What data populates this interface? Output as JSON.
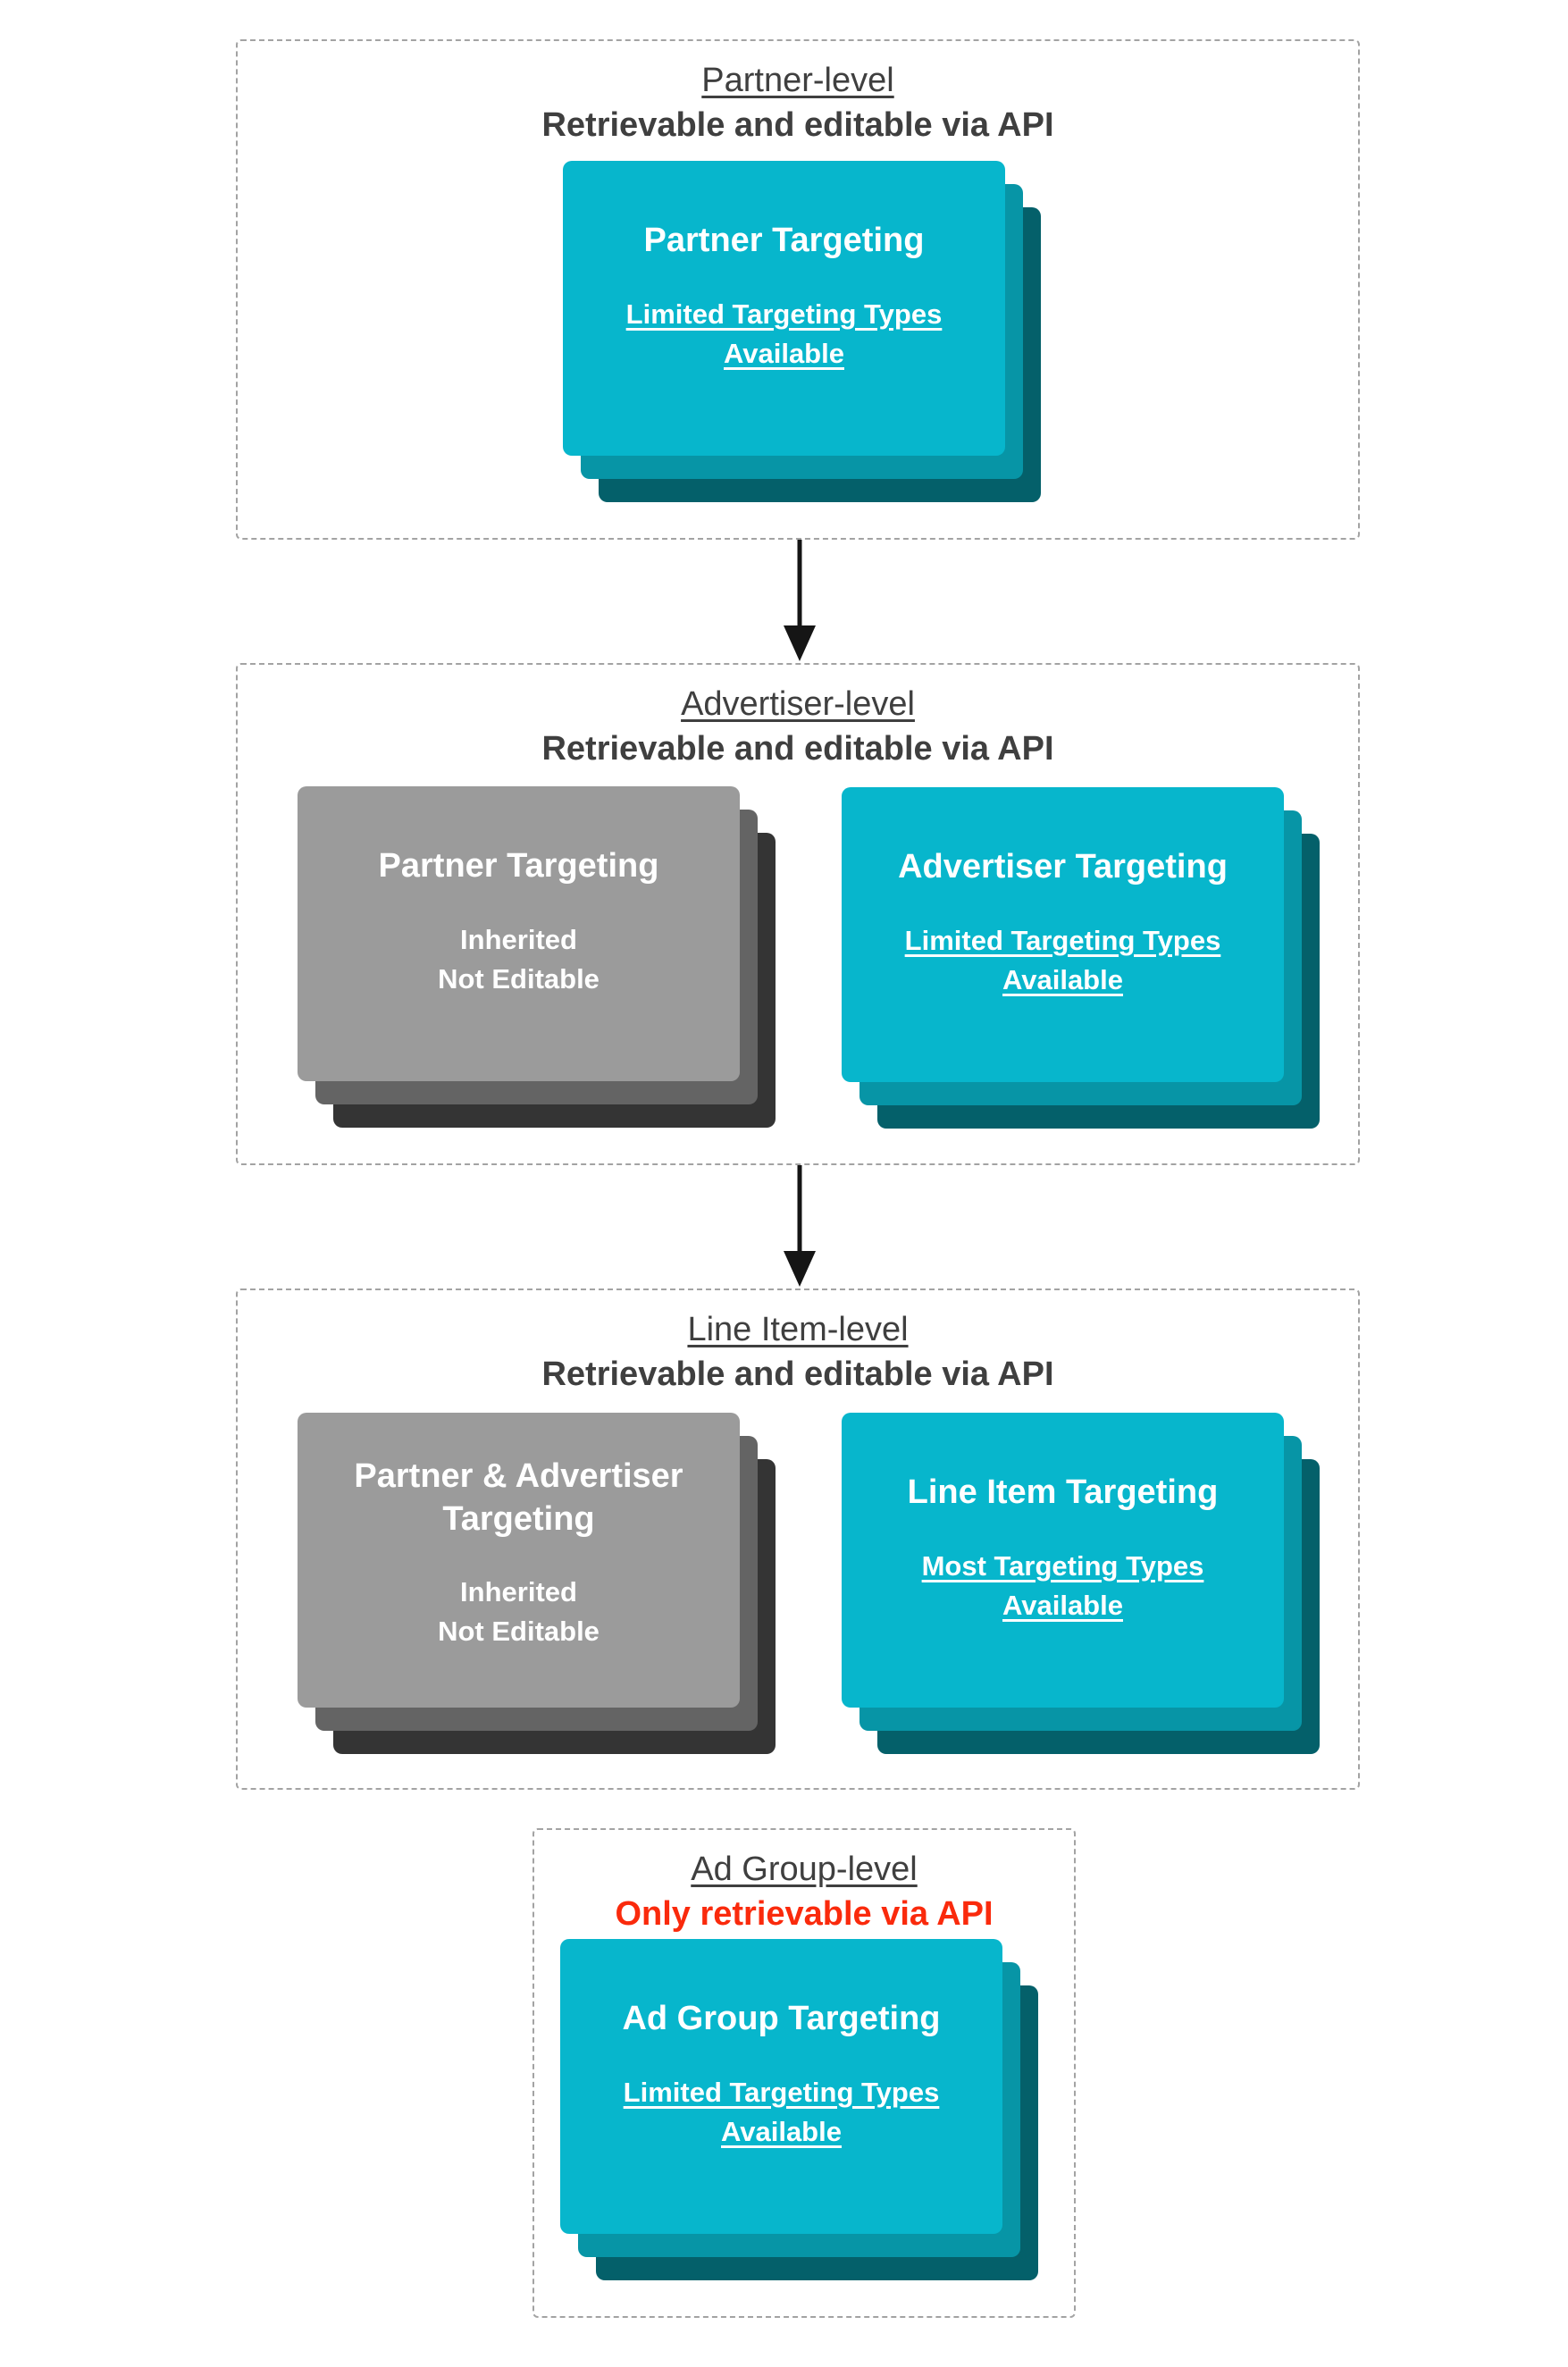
{
  "colors": {
    "teal_card_front": "#07b6cc",
    "teal_card_middle": "#0795a6",
    "teal_card_back": "#04606a",
    "gray_card_front": "#9b9b9b",
    "gray_card_middle": "#646464",
    "gray_card_back": "#343434",
    "section_text": "#3f3f3f",
    "red_subtitle_text": "#fa2a0c",
    "card_text": "#ffffff",
    "dashed_border": "#a3a3a3",
    "arrow": "#151515",
    "background": "#ffffff"
  },
  "sections": [
    {
      "title": "Partner-level",
      "subtitle": "Retrievable and editable via API",
      "cards": [
        {
          "style": "teal",
          "title": "Partner Targeting",
          "body": "Limited Targeting Types\nAvailable",
          "body_underlined": true
        }
      ]
    },
    {
      "title": "Advertiser-level",
      "subtitle": "Retrievable and editable via API",
      "cards": [
        {
          "style": "gray",
          "title": "Partner Targeting",
          "body": "Inherited\nNot Editable",
          "body_underlined": false
        },
        {
          "style": "teal",
          "title": "Advertiser Targeting",
          "body": "Limited Targeting Types\nAvailable",
          "body_underlined": true
        }
      ]
    },
    {
      "title": "Line Item-level",
      "subtitle": "Retrievable and editable via API",
      "cards": [
        {
          "style": "gray",
          "title": "Partner & Advertiser\nTargeting",
          "body": "Inherited\nNot Editable",
          "body_underlined": false
        },
        {
          "style": "teal",
          "title": "Line Item Targeting",
          "body": "Most Targeting Types\nAvailable",
          "body_underlined": true
        }
      ]
    },
    {
      "title": "Ad Group-level",
      "subtitle": "Only retrievable via API",
      "subtitle_emphasis": "red",
      "cards": [
        {
          "style": "teal",
          "title": "Ad Group Targeting",
          "body": "Limited Targeting Types\nAvailable",
          "body_underlined": true
        }
      ]
    }
  ],
  "arrows": [
    {
      "direction": "down",
      "from": "Partner-level",
      "to": "Advertiser-level"
    },
    {
      "direction": "down",
      "from": "Advertiser-level",
      "to": "Line Item-level"
    }
  ]
}
